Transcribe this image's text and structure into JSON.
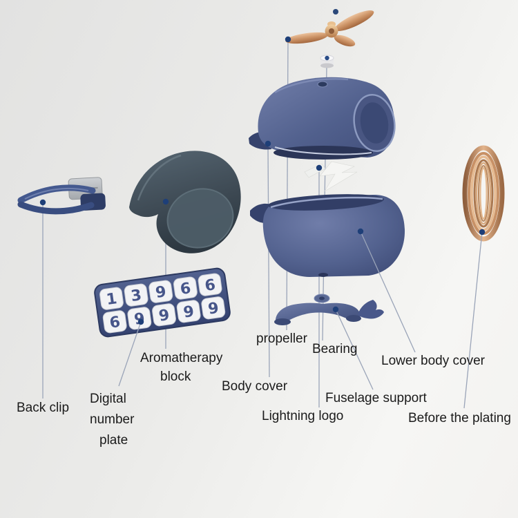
{
  "labels": {
    "propeller": "propeller",
    "bearing": "Bearing",
    "lower_body_cover": "Lower body cover",
    "aromatherapy_line1": "Aromatherapy",
    "aromatherapy_line2": "block",
    "body_cover": "Body cover",
    "fuselage_support": "Fuselage support",
    "lightning_logo": "Lightning logo",
    "before_the_plating": "Before the plating",
    "back_clip": "Back clip",
    "digital_plate_line1": "Digital",
    "digital_plate_line2": "number",
    "digital_plate_line3": "plate"
  },
  "number_plate": {
    "row1": [
      "1",
      "3",
      "9",
      "6",
      "6"
    ],
    "row2": [
      "6",
      "9",
      "9",
      "9",
      "9"
    ]
  },
  "colors": {
    "body_blue": "#4d5b87",
    "dark_blue": "#323e66",
    "copper": "#c9915f",
    "teal_block": "#3e4a54",
    "marker_dot": "#1e3f78",
    "leader_line": "#9aa4b8",
    "plate_navy": "#41507d"
  }
}
